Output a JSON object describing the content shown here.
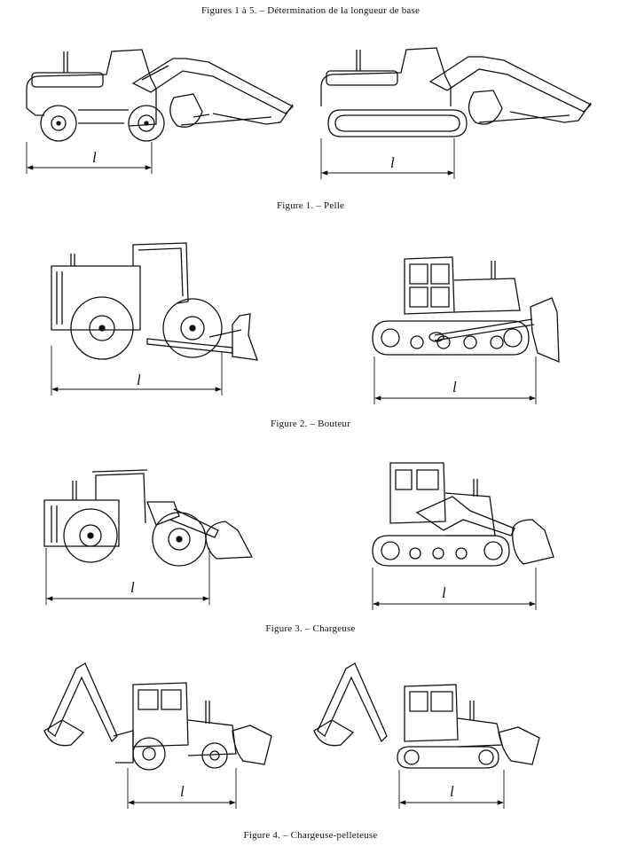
{
  "header": {
    "title": "Figures 1 à 5. – Détermination de la longueur de base"
  },
  "figures": [
    {
      "caption": "Figure 1. – Pelle"
    },
    {
      "caption": "Figure 2. – Bouteur"
    },
    {
      "caption": "Figure 3. – Chargeuse"
    },
    {
      "caption": "Figure 4. – Chargeuse-pelleteuse"
    }
  ],
  "dimension_label": "l"
}
